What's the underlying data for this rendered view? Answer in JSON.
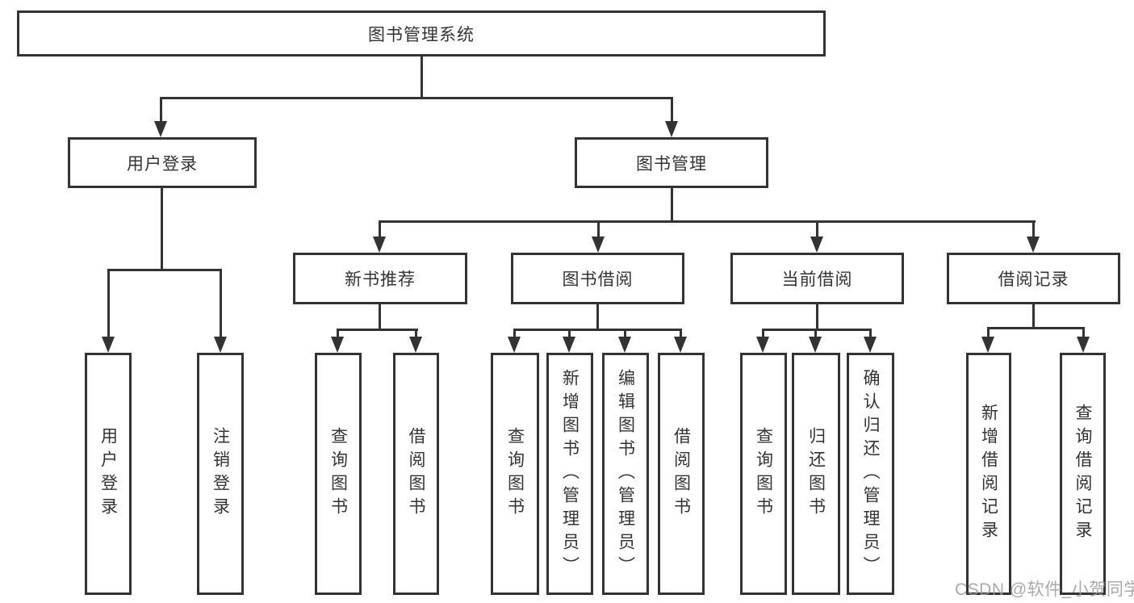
{
  "diagram": {
    "type": "hierarchy",
    "root": {
      "label": "图书管理系统",
      "children": [
        {
          "label": "用户登录",
          "children": [
            {
              "label": "用户登录"
            },
            {
              "label": "注销登录"
            }
          ]
        },
        {
          "label": "图书管理",
          "children": [
            {
              "label": "新书推荐",
              "children": [
                {
                  "label": "查询图书"
                },
                {
                  "label": "借阅图书"
                }
              ]
            },
            {
              "label": "图书借阅",
              "children": [
                {
                  "label": "查询图书"
                },
                {
                  "label": "新增图书（管理员）"
                },
                {
                  "label": "编辑图书（管理员）"
                },
                {
                  "label": "借阅图书"
                }
              ]
            },
            {
              "label": "当前借阅",
              "children": [
                {
                  "label": "查询图书"
                },
                {
                  "label": "归还图书"
                },
                {
                  "label": "确认归还（管理员）"
                }
              ]
            },
            {
              "label": "借阅记录",
              "children": [
                {
                  "label": "新增借阅记录"
                },
                {
                  "label": "查询借阅记录"
                }
              ]
            }
          ]
        }
      ]
    }
  },
  "watermark": {
    "text": "CSDN @软件_小贺同学"
  },
  "colors": {
    "line": "#333333",
    "text": "#333333",
    "box_background": "#ffffff",
    "page_background": "#ffffff",
    "watermark": "#9b9b9b"
  }
}
